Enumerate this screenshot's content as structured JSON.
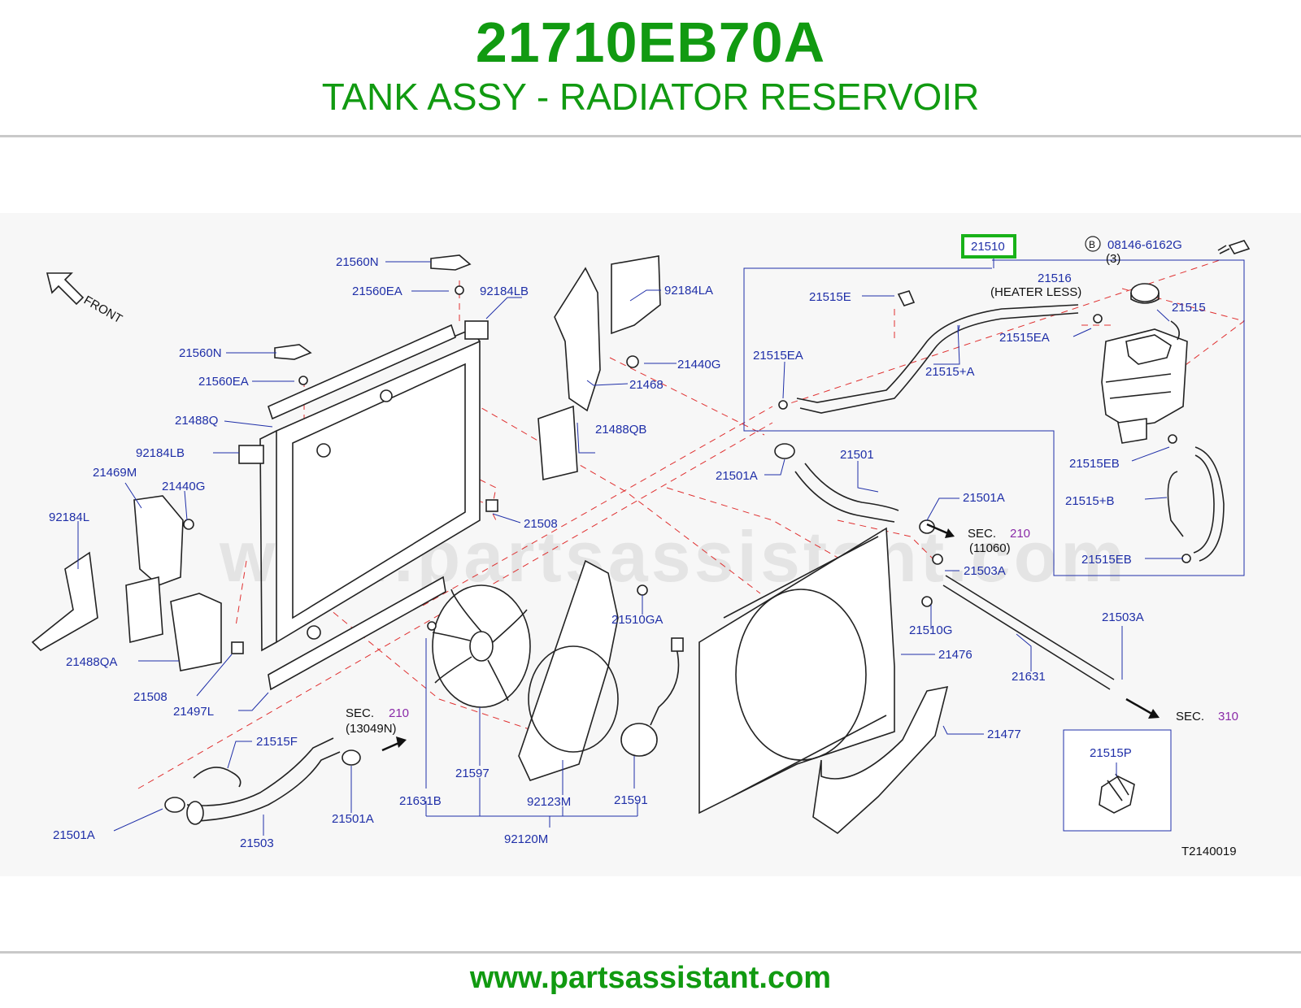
{
  "header": {
    "part_number": "21710EB70A",
    "title": "TANK ASSY - RADIATOR RESERVOIR"
  },
  "footer": {
    "url": "www.partsassistant.com"
  },
  "watermark": "www.partsassistant.com",
  "diagram": {
    "front_label": "FRONT",
    "code": "T2140019",
    "highlight_color": "#19b219",
    "highlighted_label": "21510",
    "bolt_marker": "B",
    "bolt_part": "08146-6162G",
    "bolt_qty": "(3)",
    "heater_less": "(HEATER   LESS)",
    "sec_word": "SEC.",
    "sec_210_a": "210",
    "sec_210_a_ref": "(11060)",
    "sec_210_b": "210",
    "sec_210_b_ref": "(13049N)",
    "sec_310": "310",
    "labels": {
      "l21560N_top": "21560N",
      "l21560EA_top": "21560EA",
      "l92184LB_top": "92184LB",
      "l92184LA": "92184LA",
      "l21440G_top": "21440G",
      "l21468": "21468",
      "l21488QB": "21488QB",
      "l21560N_mid": "21560N",
      "l21560EA_mid": "21560EA",
      "l21488Q": "21488Q",
      "l92184LB_mid": "92184LB",
      "l21469M": "21469M",
      "l21440G_mid": "21440G",
      "l92184L": "92184L",
      "l21488QA": "21488QA",
      "l21508_left": "21508",
      "l21497L": "21497L",
      "l21508_mid": "21508",
      "l21515E": "21515E",
      "l21515EA_a": "21515EA",
      "l21515EA_b": "21515EA",
      "l21515pA": "21515+A",
      "l21516": "21516",
      "l21515": "21515",
      "l21515EB_a": "21515EB",
      "l21515pB": "21515+B",
      "l21515EB_b": "21515EB",
      "l21501": "21501",
      "l21501A_a": "21501A",
      "l21501A_b": "21501A",
      "l21503A_a": "21503A",
      "l21510GA": "21510GA",
      "l21510G": "21510G",
      "l21476": "21476",
      "l21503A_b": "21503A",
      "l21631": "21631",
      "l21477": "21477",
      "l21515P": "21515P",
      "l21515F": "21515F",
      "l21501A_c": "21501A",
      "l21501A_d": "21501A",
      "l21503": "21503",
      "l21631B": "21631B",
      "l21597": "21597",
      "l92123M": "92123M",
      "l21591": "21591",
      "l92120M": "92120M"
    }
  }
}
